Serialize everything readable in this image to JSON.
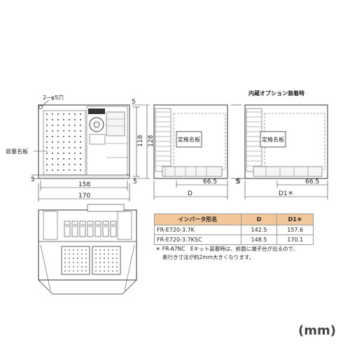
{
  "top_left": {
    "hole_label": "2−φ5穴",
    "plate_label": "容量名板",
    "dims": {
      "inner_width": "158",
      "outer_width": "170",
      "h_inner": "118",
      "h_outer": "128",
      "margin_top": "5",
      "margin_bottom": "5",
      "margin_left": "5"
    }
  },
  "top_middle": {
    "plate_label": "定格名板",
    "dims": {
      "depth_a": "66.5",
      "depth_total": "D",
      "margin_right": "5"
    }
  },
  "top_right": {
    "title": "内蔵オプション装着時",
    "plate_label": "定格名板",
    "dims": {
      "depth_a": "66.5",
      "depth_total": "D1＊",
      "margin_left": "5"
    }
  },
  "table": {
    "headers": [
      "インバータ形名",
      "D",
      "D1＊"
    ],
    "rows": [
      [
        "FR-E720-3.7K",
        "142.5",
        "157.6"
      ],
      [
        "FR-E720-3.7KSC",
        "148.5",
        "170.1"
      ]
    ]
  },
  "notes": {
    "line1": "＊ FR-A7NC　Eキット装着時は、前面に端子台が出るので、",
    "line2": "奥行き寸法が約2mm大きくなります。"
  },
  "unit_label": "(mm)"
}
